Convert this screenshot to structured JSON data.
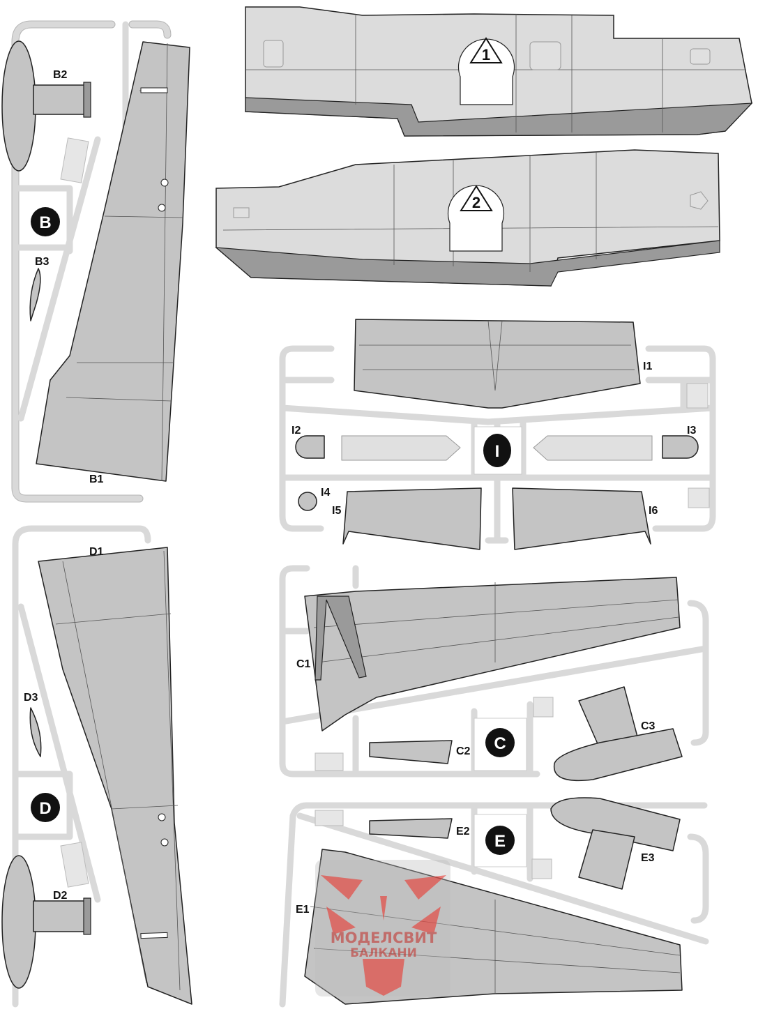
{
  "sprues": {
    "B": {
      "badge": "B",
      "parts": {
        "b1": "B1",
        "b2": "B2",
        "b3": "B3"
      }
    },
    "D": {
      "badge": "D",
      "parts": {
        "d1": "D1",
        "d2": "D2",
        "d3": "D3"
      }
    },
    "I": {
      "badge": "I",
      "parts": {
        "i1": "I1",
        "i2": "I2",
        "i3": "I3",
        "i4": "I4",
        "i5": "I5",
        "i6": "I6"
      }
    },
    "C": {
      "badge": "C",
      "parts": {
        "c1": "C1",
        "c2": "C2",
        "c3": "C3"
      }
    },
    "E": {
      "badge": "E",
      "parts": {
        "e1": "E1",
        "e2": "E2",
        "e3": "E3"
      }
    }
  },
  "fuselage": {
    "left_marker": "1",
    "right_marker": "2"
  },
  "watermark": {
    "line1": "МОДЕЛСВИТ",
    "line2": "БАЛКАНИ",
    "color": "#e0504a"
  },
  "colors": {
    "part_fill": "#c4c4c4",
    "sprue": "#d9d9d9"
  }
}
